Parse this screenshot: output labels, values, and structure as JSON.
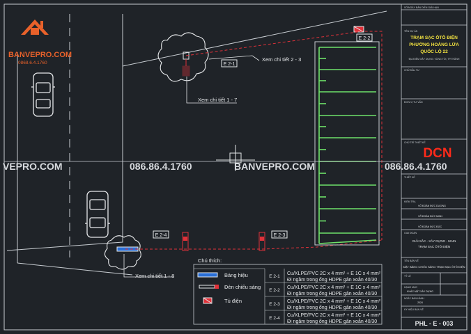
{
  "brand": {
    "logo_text": "BANVEPRO.COM",
    "logo_phone": "0868.6.4.1760"
  },
  "watermark": {
    "site_left": "VEPRO.COM",
    "phone_left": "086.86.4.1760",
    "site_mid": "BANVEPRO.COM",
    "phone_right": "086.86.4.1760"
  },
  "plan": {
    "tags": {
      "e21": "E 2-1",
      "e22": "E 2-2",
      "e23": "E 2-3",
      "e24": "E 2-4"
    },
    "callouts": {
      "detail_2_3": "Xem chi tiết 2 - 3",
      "detail_1_7": "Xem chi tiết 1 - 7",
      "detail_1_8": "Xem chi tiết 1 - 8"
    }
  },
  "legend": {
    "title": "Chú thích:",
    "items": [
      {
        "label": "Bảng hiệu"
      },
      {
        "label": "Đèn chiếu sáng"
      },
      {
        "label": "Tủ điện"
      }
    ],
    "cables": [
      {
        "tag": "E 2-1",
        "line1": "Cu/XLPE/PVC 2C x 4 mm² + E 1C x 4 mm²",
        "line2": "Đi ngầm trong ống HDPE gân xoắn 40/30"
      },
      {
        "tag": "E 2-2",
        "line1": "Cu/XLPE/PVC 2C x 4 mm² + E 1C x 4 mm²",
        "line2": "Đi ngầm trong ống HDPE gân xoắn 40/30"
      },
      {
        "tag": "E 2-3",
        "line1": "Cu/XLPE/PVC 2C x 4 mm² + E 1C x 4 mm²",
        "line2": "Đi ngầm trong ống HDPE gân xoắn 40/30"
      },
      {
        "tag": "E 2-4",
        "line1": "Cu/XLPE/PVC 2C x 4 mm² + E 1C x 4 mm²",
        "line2": "Đi ngầm trong ống HDPE gân xoắn 40/30"
      }
    ]
  },
  "titleblock": {
    "header_small": "SỐ/NGÀY    BẢN DIỄN GIẢI    HẠN",
    "project_label": "TÊN DỰ ÁN",
    "project_line1": "TRẠM SẠC ÔTÔ ĐIỆN",
    "project_line2": "PHƯỜNG HOÀNG LỬA",
    "project_line3": "QUỐC LỘ 22",
    "project_sub": "ĐỊA ĐIỂM XÂY DỰNG: VÙNG TỐI, TP.THÀNH",
    "investor_label": "CHỦ ĐẦU TƯ",
    "contractor_label": "ĐƠN VỊ TƯ VẤN",
    "company_logo": "DCN",
    "designer_label": "CHỦ TRÌ THIẾT KẾ",
    "design_label": "THIẾT KẾ",
    "check_label": "KIỂM TRA",
    "name_a": "VÕ ĐOÀN ĐỨC DƯƠNG",
    "name_b": "VÕ ĐOÀN ĐỨC MINH",
    "name_c": "VÕ ĐOÀN ĐỨC ĐỨC",
    "stage_label": "GIAI ĐOẠN",
    "stage_line1": "GIẢI SẮC - XÂY DỰNG - MAIN",
    "stage_line2": "TRẠM SẠC ÔTÔ ĐIỆN",
    "sheet_name_label": "TÊN BẢN VẼ",
    "sheet_name": "MẶT BẰNG CHIẾU SÁNG TRẠM SẠC ÔTÔ ĐIỆN",
    "scale_label": "TỶ LỆ",
    "revision_label": "HẠNG MỤC",
    "category": "KHÁC MẶT XÂY DỰNG",
    "date_label": "NGÀY BAN HÀNH",
    "year": "2024",
    "drawing_label": "KÝ HIỆU BẢN VẼ",
    "drawing_no": "PHL - E - 003"
  },
  "colors": {
    "background": "#1f2328",
    "lines": "#c8cdd2",
    "cable_red": "#e0323a",
    "parking_green": "#6fe26a",
    "brand_orange": "#e8612a",
    "dcn_red": "#ff2a1a",
    "title_yellow": "#f0e040"
  }
}
